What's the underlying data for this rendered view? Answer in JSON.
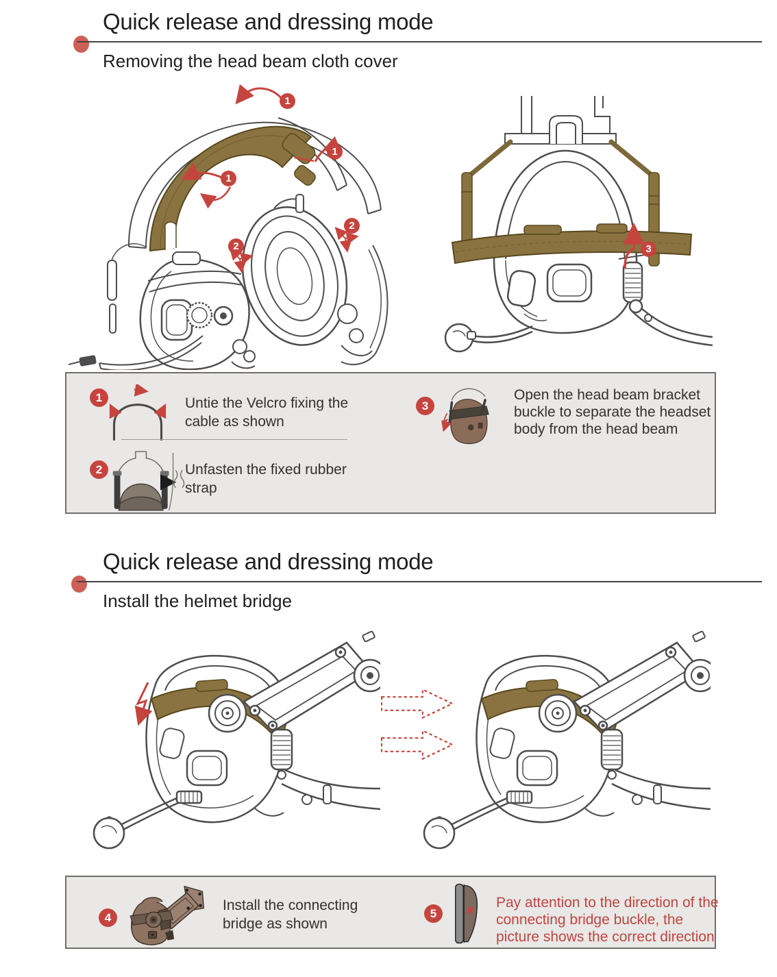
{
  "section1": {
    "title": "Quick release and dressing mode",
    "subtitle": "Removing the head beam cloth cover",
    "steps": [
      {
        "num": "1",
        "text": "Untie the Velcro fixing the cable as shown"
      },
      {
        "num": "2",
        "text": "Unfasten the fixed rubber strap"
      },
      {
        "num": "3",
        "text": "Open the head beam bracket buckle to separate the headset body from the head beam"
      }
    ]
  },
  "section2": {
    "title": "Quick release and dressing mode",
    "subtitle": "Install the helmet bridge",
    "steps": [
      {
        "num": "4",
        "text": "Install the connecting bridge as shown"
      },
      {
        "num": "5",
        "text": "Pay attention to the direction of the connecting bridge buckle, the picture shows the correct direction"
      }
    ]
  },
  "illustration_badges": {
    "b1": "1",
    "b2": "2",
    "b3": "3"
  },
  "colors": {
    "accent_red": "#c6443e",
    "warning_text_red": "#bf4540",
    "strap_tan": "#8a7340",
    "box_bg": "#e9e8e6",
    "box_border": "#6f6e6c",
    "line_art": "#4d4d4d"
  }
}
